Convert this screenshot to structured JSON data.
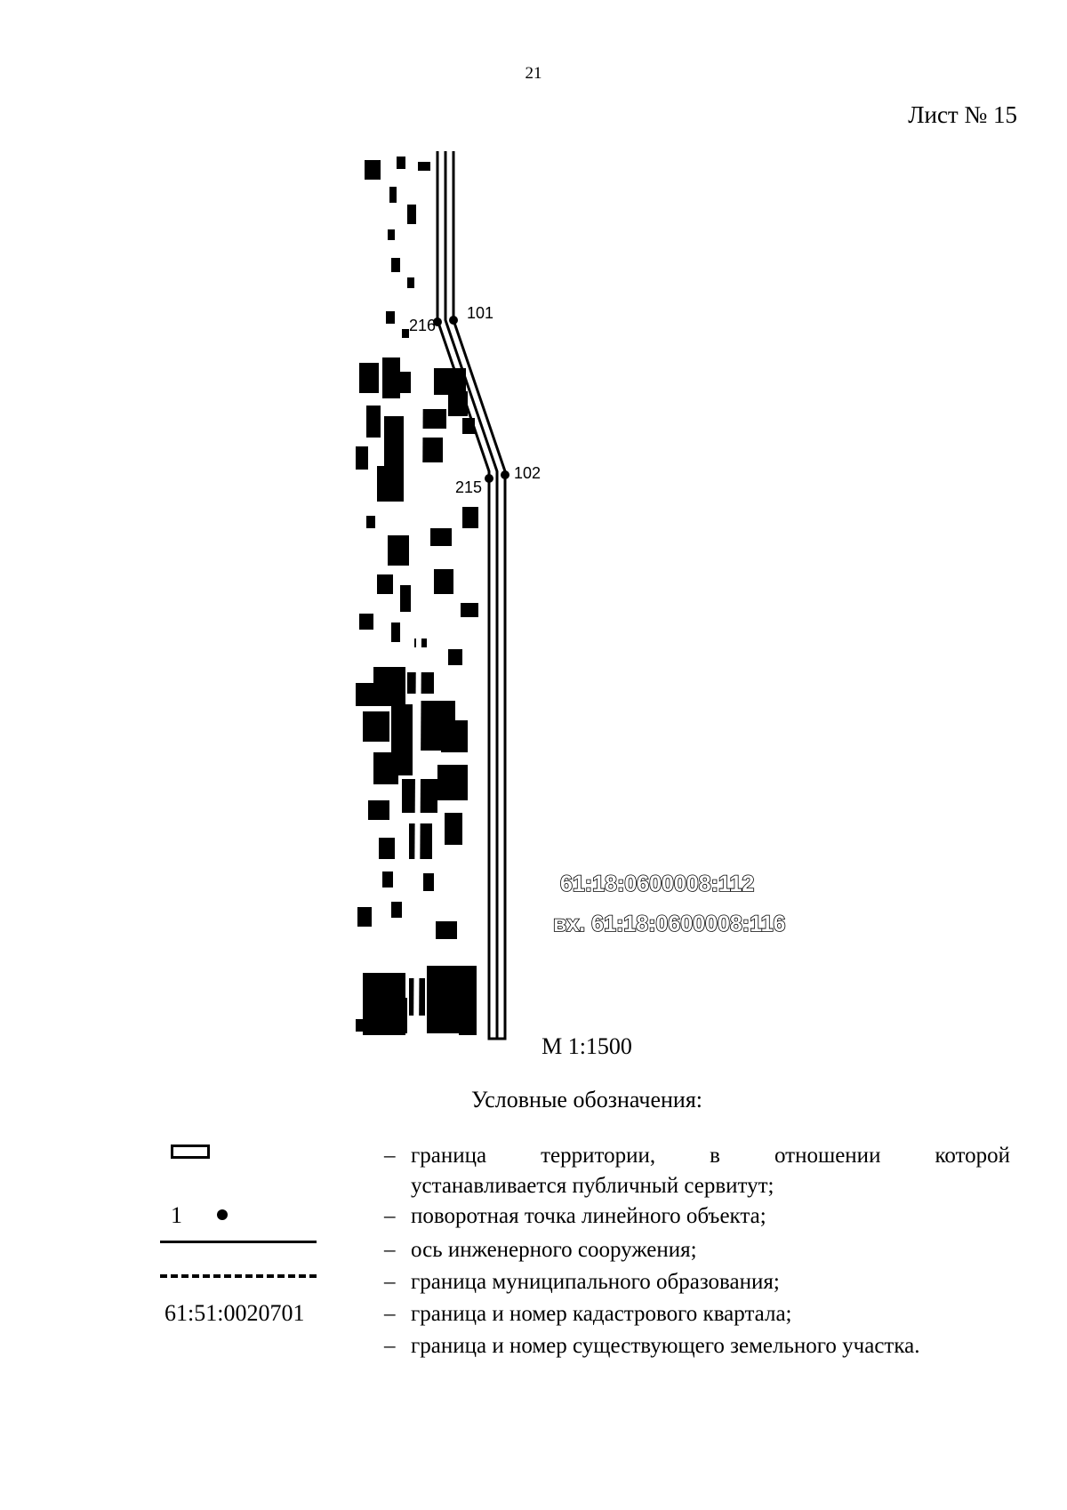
{
  "page": {
    "number": "21",
    "sheet": "Лист № 15"
  },
  "map": {
    "points": [
      {
        "id": "216",
        "label": "216"
      },
      {
        "id": "101",
        "label": "101"
      },
      {
        "id": "215",
        "label": "215"
      },
      {
        "id": "102",
        "label": "102"
      }
    ],
    "parcel_labels": [
      "61:18:0600008:112",
      "вх. 61:18:0600008:116"
    ]
  },
  "scale": "М 1:1500",
  "legend": {
    "title": "Условные обозначения:",
    "dash": "–",
    "point_sample": "1",
    "cadastral_quarter_sample": "61:51:0020701",
    "items": [
      {
        "first_line": "граница территории, в отношении которой",
        "second_line": "устанавливается публичный сервитут;"
      },
      {
        "text": "поворотная точка линейного объекта;"
      },
      {
        "text": "ось инженерного сооружения;"
      },
      {
        "text": "граница муниципального образования;"
      },
      {
        "text": "граница и номер кадастрового квартала;"
      },
      {
        "text": "граница и номер существующего земельного участка."
      }
    ]
  },
  "colors": {
    "ink": "#000000",
    "paper": "#ffffff"
  }
}
